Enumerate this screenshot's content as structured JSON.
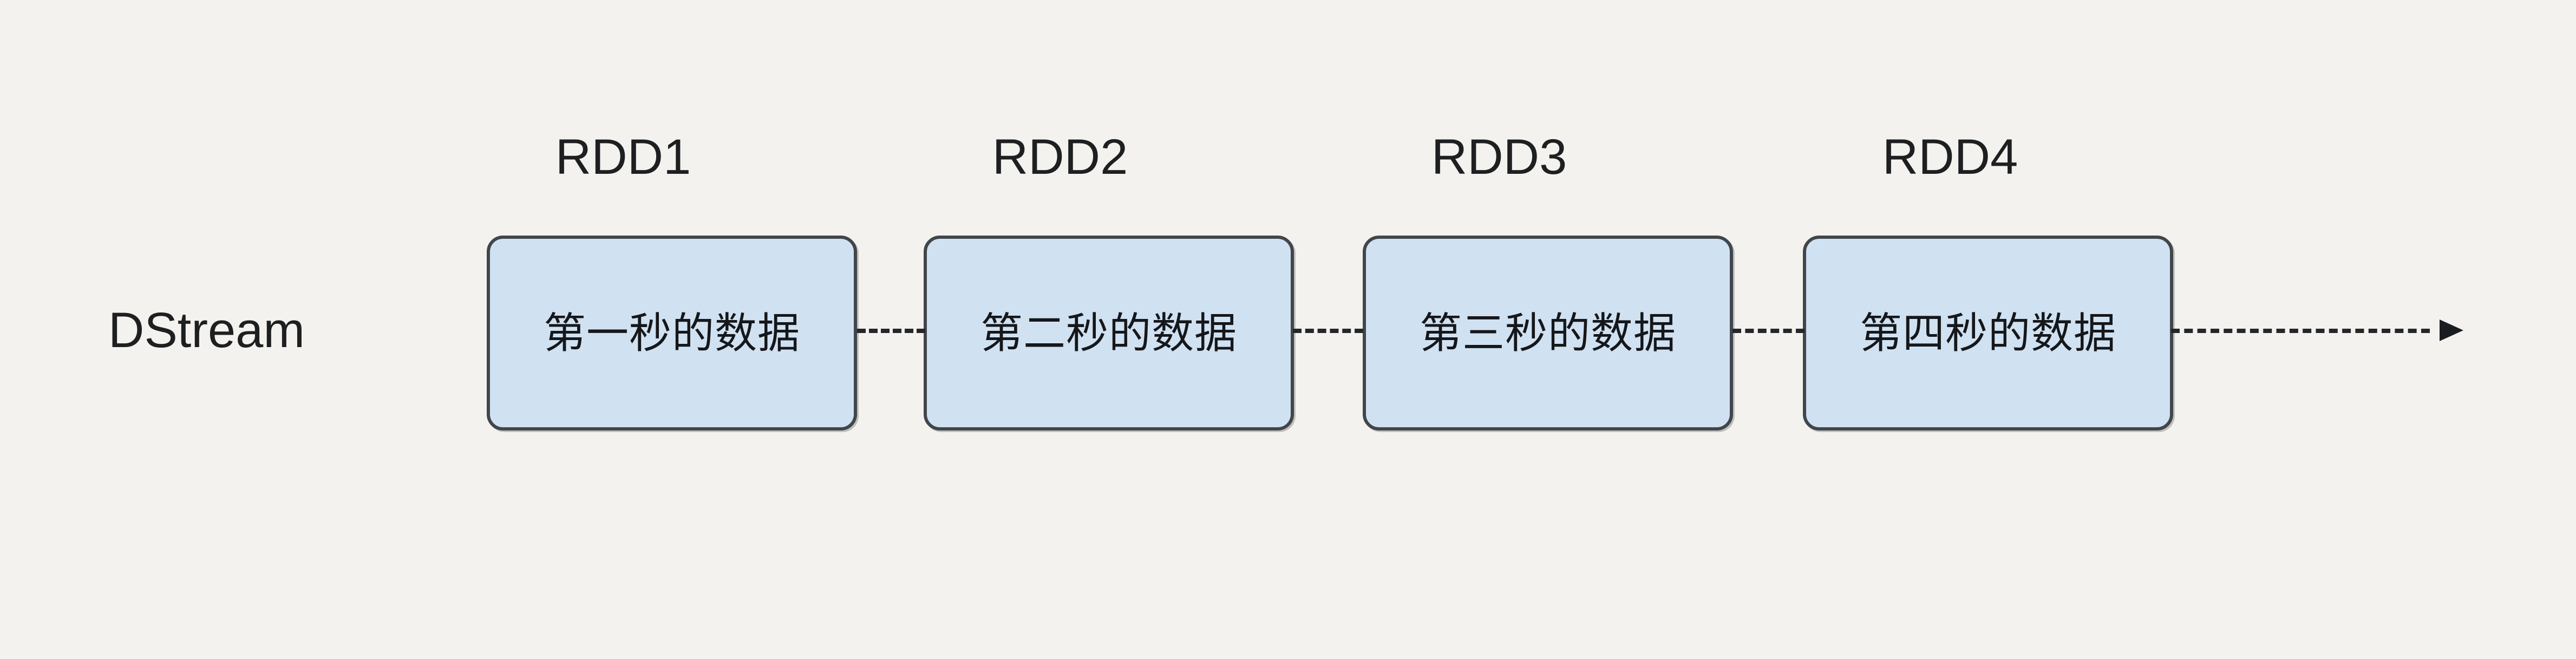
{
  "diagram": {
    "background_color": "#f4f2ee",
    "stream_label": "DStream",
    "box_fill_color": "#d0e1f2",
    "box_border_color": "#41464b",
    "text_color": "#15171a",
    "connector_color": "#24272a",
    "rdds": [
      {
        "caption": "RDD1",
        "text": "第一秒的数据"
      },
      {
        "caption": "RDD2",
        "text": "第二秒的数据"
      },
      {
        "caption": "RDD3",
        "text": "第三秒的数据"
      },
      {
        "caption": "RDD4",
        "text": "第四秒的数据"
      }
    ],
    "connectors": [
      {
        "style": "dashed",
        "from": "RDD1",
        "to": "RDD2"
      },
      {
        "style": "dashed",
        "from": "RDD2",
        "to": "RDD3"
      },
      {
        "style": "dashed",
        "from": "RDD3",
        "to": "RDD4"
      }
    ],
    "trailing_arrow": {
      "style": "dashed",
      "head": "filled-triangle",
      "from": "RDD4",
      "to": "continues"
    }
  }
}
